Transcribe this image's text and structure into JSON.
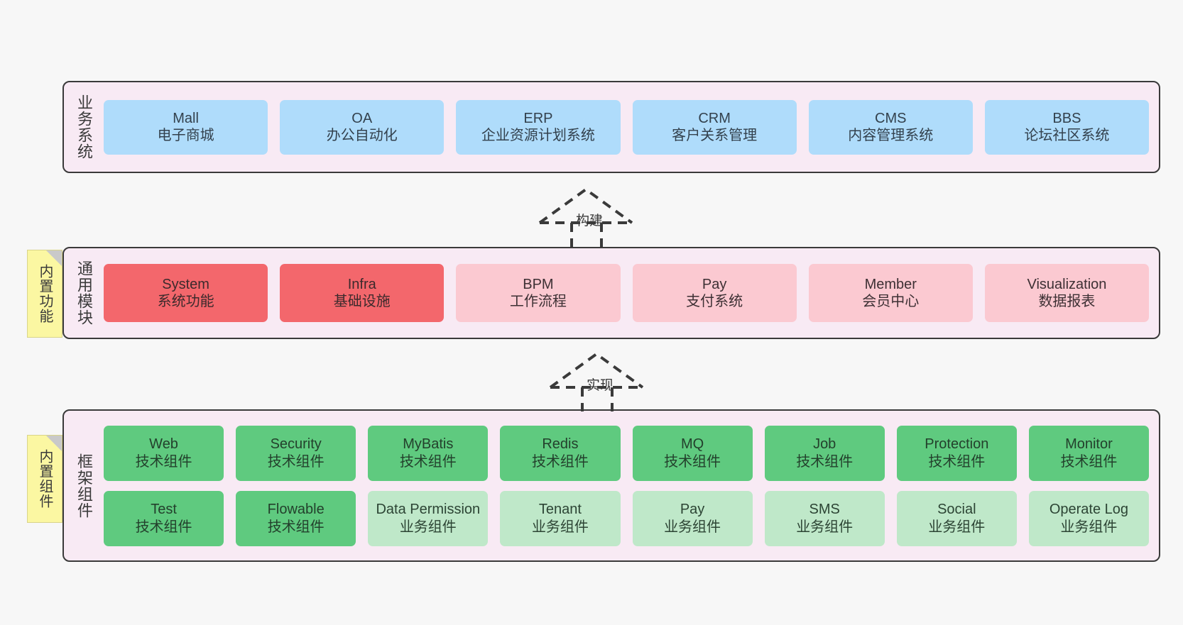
{
  "diagram": {
    "title": "",
    "colors": {
      "background": "#f7f7f7",
      "section_fill": "#f8eaf4",
      "section_border": "#3a3a3a",
      "business_card": "#afdcfb",
      "module_active": "#f3676c",
      "module_inactive": "#fbc9d1",
      "tech_component": "#5fca7f",
      "biz_component": "#bfe8c9",
      "note_fill": "#fbf7a2"
    }
  },
  "sections": [
    {
      "key": "business",
      "label": "业务系统",
      "note": null,
      "rows": [
        {
          "cards": [
            {
              "name": "Mall",
              "desc": "电子商城",
              "style": "blue"
            },
            {
              "name": "OA",
              "desc": "办公自动化",
              "style": "blue"
            },
            {
              "name": "ERP",
              "desc": "企业资源计划系统",
              "style": "blue"
            },
            {
              "name": "CRM",
              "desc": "客户关系管理",
              "style": "blue"
            },
            {
              "name": "CMS",
              "desc": "内容管理系统",
              "style": "blue"
            },
            {
              "name": "BBS",
              "desc": "论坛社区系统",
              "style": "blue"
            }
          ]
        }
      ]
    },
    {
      "key": "common-modules",
      "label": "通用模块",
      "note": "内置功能",
      "rows": [
        {
          "cards": [
            {
              "name": "System",
              "desc": "系统功能",
              "style": "red"
            },
            {
              "name": "Infra",
              "desc": "基础设施",
              "style": "red"
            },
            {
              "name": "BPM",
              "desc": "工作流程",
              "style": "pink"
            },
            {
              "name": "Pay",
              "desc": "支付系统",
              "style": "pink"
            },
            {
              "name": "Member",
              "desc": "会员中心",
              "style": "pink"
            },
            {
              "name": "Visualization",
              "desc": "数据报表",
              "style": "pink"
            }
          ]
        }
      ]
    },
    {
      "key": "framework",
      "label": "框架组件",
      "note": "内置组件",
      "rows": [
        {
          "cards": [
            {
              "name": "Web",
              "desc": "技术组件",
              "style": "green"
            },
            {
              "name": "Security",
              "desc": "技术组件",
              "style": "green"
            },
            {
              "name": "MyBatis",
              "desc": "技术组件",
              "style": "green"
            },
            {
              "name": "Redis",
              "desc": "技术组件",
              "style": "green"
            },
            {
              "name": "MQ",
              "desc": "技术组件",
              "style": "green"
            },
            {
              "name": "Job",
              "desc": "技术组件",
              "style": "green"
            },
            {
              "name": "Protection",
              "desc": "技术组件",
              "style": "green"
            },
            {
              "name": "Monitor",
              "desc": "技术组件",
              "style": "green"
            }
          ]
        },
        {
          "cards": [
            {
              "name": "Test",
              "desc": "技术组件",
              "style": "green"
            },
            {
              "name": "Flowable",
              "desc": "技术组件",
              "style": "green"
            },
            {
              "name": "Data Permission",
              "desc": "业务组件",
              "style": "green-light"
            },
            {
              "name": "Tenant",
              "desc": "业务组件",
              "style": "green-light"
            },
            {
              "name": "Pay",
              "desc": "业务组件",
              "style": "green-light"
            },
            {
              "name": "SMS",
              "desc": "业务组件",
              "style": "green-light"
            },
            {
              "name": "Social",
              "desc": "业务组件",
              "style": "green-light"
            },
            {
              "name": "Operate Log",
              "desc": "业务组件",
              "style": "green-light"
            }
          ]
        }
      ]
    }
  ],
  "connectors": [
    {
      "key": "build",
      "label": "构建",
      "from": "common-modules",
      "to": "business"
    },
    {
      "key": "implement",
      "label": "实现",
      "from": "framework",
      "to": "common-modules"
    }
  ]
}
